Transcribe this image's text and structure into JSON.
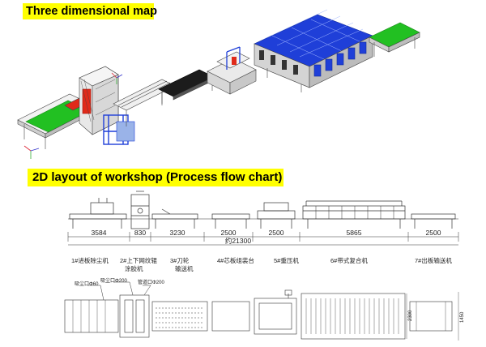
{
  "titles": {
    "three_d": "Three dimensional  map",
    "two_d": "2D layout  of workshop  (Process flow chart)"
  },
  "dimensions": {
    "segments": [
      "3584",
      "830",
      "3230",
      "2500",
      "2500",
      "5865",
      "2500"
    ],
    "total": "约21300"
  },
  "stations": [
    {
      "line1": "1#进板除尘机"
    },
    {
      "line1": "2#上下网纹辊",
      "line2": "涂胶机"
    },
    {
      "line1": "3#刀轮",
      "line2": "输送机"
    },
    {
      "line1": "4#芯板组装台"
    },
    {
      "line1": "5#重压机"
    },
    {
      "line1": "6#带式复合机"
    },
    {
      "line1": "7#出板输送机"
    }
  ],
  "plan_notes": {
    "duct1": "吸尘口Φ60",
    "duct2": "吸尘口Φ200",
    "duct3": "管道口Φ200",
    "side_dim1": "2300",
    "side_dim2": "1450"
  },
  "colors": {
    "highlight": "#ffff00",
    "machine_blue": "#1f3fd8",
    "conveyor_green": "#22c022",
    "roller_red": "#e02a1a"
  }
}
